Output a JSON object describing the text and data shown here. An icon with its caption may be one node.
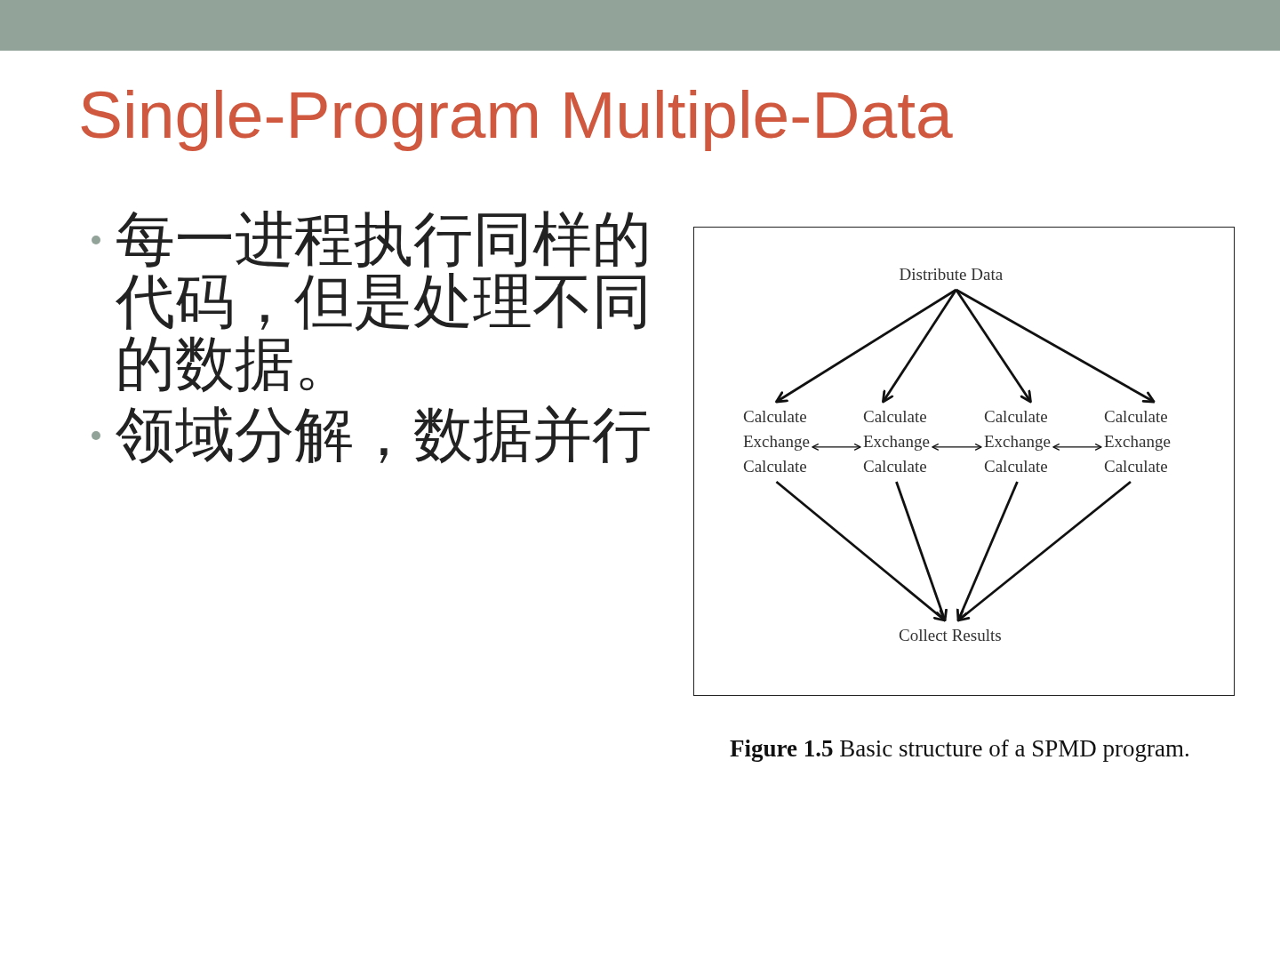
{
  "diagram": {
    "title": "Single-Program Multiple-Data",
    "nodes": [
      {
        "text": [],
        "shape": "box"
      },
      {
        "text": [
          "Distribute Data"
        ],
        "in": 0
      },
      {
        "text": [
          "Calculate Exchange Calculate"
        ],
        "in": 0
      },
      {
        "text": [
          "Calculate Exchange Calculate"
        ],
        "in": 0
      },
      {
        "text": [
          "Calculate Exchange Calculate"
        ],
        "in": 0
      },
      {
        "text": [
          "Calculate Exchange Calculate"
        ],
        "in": 0
      },
      {
        "text": [
          "Collect Results"
        ],
        "in": 0
      }
    ],
    "edges": [
      {
        "from": 1,
        "to": 2,
        "arrow": "to"
      },
      {
        "from": 1,
        "to": 3,
        "arrow": "to"
      },
      {
        "from": 1,
        "to": 4,
        "arrow": "to"
      },
      {
        "from": 1,
        "to": 5,
        "arrow": "to"
      },
      {
        "from": 2,
        "to": 3,
        "arrow": "both"
      },
      {
        "from": 3,
        "to": 4,
        "arrow": "both"
      },
      {
        "from": 4,
        "to": 5,
        "arrow": "both"
      },
      {
        "from": 2,
        "to": 6,
        "arrow": "to"
      },
      {
        "from": 3,
        "to": 6,
        "arrow": "to"
      },
      {
        "from": 4,
        "to": 6,
        "arrow": "to"
      },
      {
        "from": 5,
        "to": 6,
        "arrow": "to"
      }
    ],
    "labels": [
      "每一进程执行同样的代码，但是处理不同的数据。",
      "领域分解，数据并行"
    ],
    "caption": "**Figure 1.5** Basic structure of a SPMD program."
  }
}
